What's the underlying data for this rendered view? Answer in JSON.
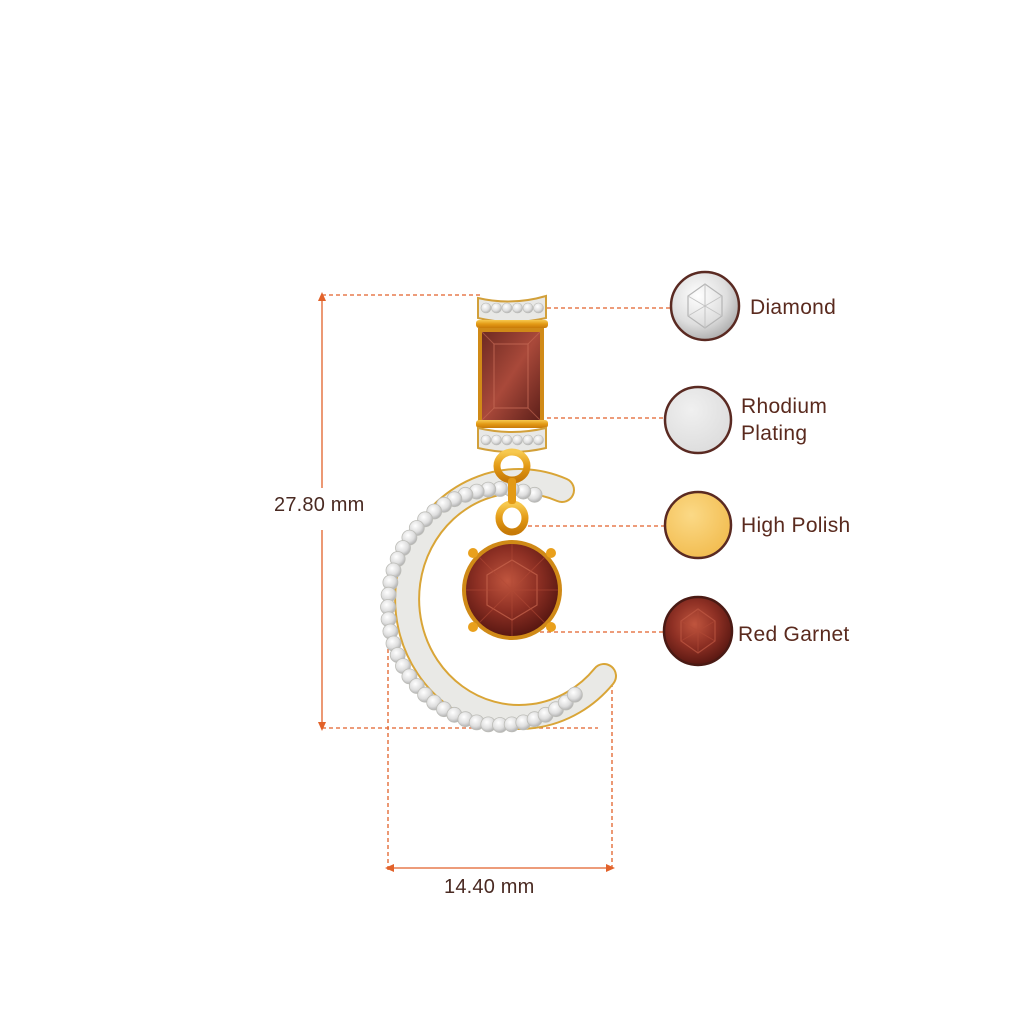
{
  "dimensions": {
    "height": "27.80 mm",
    "width": "14.40 mm"
  },
  "legend": [
    {
      "id": "diamond",
      "label": "Diamond",
      "swatch": "diamond-swatch-icon",
      "color": "#e6e6e6"
    },
    {
      "id": "rhodium",
      "label": "Rhodium Plating",
      "swatch": "rhodium-swatch-icon",
      "color": "#e4e4e4"
    },
    {
      "id": "polish",
      "label": "High Polish",
      "swatch": "gold-swatch-icon",
      "color": "#f6c55a"
    },
    {
      "id": "garnet",
      "label": "Red Garnet",
      "swatch": "garnet-swatch-icon",
      "color": "#8a2a22"
    }
  ],
  "colors": {
    "guide": "#e2622a",
    "label_text": "#5a2a1e",
    "swatch_border": "#5a2a22",
    "gold": "#e8a21e",
    "garnet": "#8a2a22",
    "diamond": "#e8e8e6"
  }
}
